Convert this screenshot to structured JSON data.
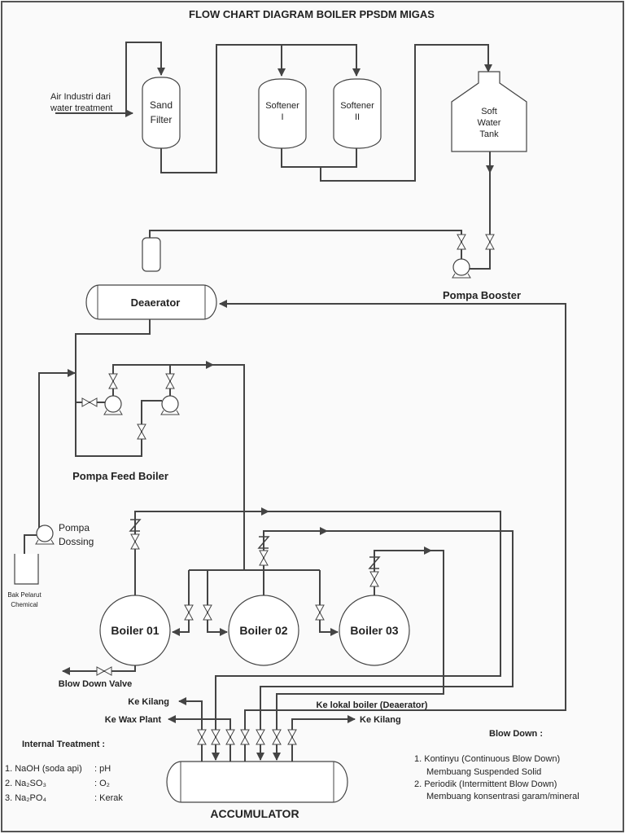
{
  "title": "FLOW CHART DIAGRAM BOILER PPSDM MIGAS",
  "inlet": {
    "line1": "Air Industri dari",
    "line2": "water treatment"
  },
  "sand_filter": {
    "line1": "Sand",
    "line2": "Filter"
  },
  "softener_1": {
    "line1": "Softener",
    "line2": "I"
  },
  "softener_2": {
    "line1": "Softener",
    "line2": "II"
  },
  "soft_water_tank": {
    "line1": "Soft",
    "line2": "Water",
    "line3": "Tank"
  },
  "pompa_booster": "Pompa Booster",
  "deaerator": "Deaerator",
  "pompa_feed_boiler": "Pompa Feed Boiler",
  "pompa_dossing": {
    "line1": "Pompa",
    "line2": "Dossing"
  },
  "bak_pelarut": {
    "line1": "Bak Pelarut",
    "line2": "Chemical"
  },
  "boilers": [
    "Boiler 01",
    "Boiler 02",
    "Boiler 03"
  ],
  "blow_down_valve": "Blow Down Valve",
  "outlets": {
    "ke_kilang_left": "Ke Kilang",
    "ke_wax_plant": "Ke Wax Plant",
    "ke_lokal_boiler": "Ke lokal boiler (Deaerator)",
    "ke_kilang_right": "Ke Kilang"
  },
  "accumulator": "ACCUMULATOR",
  "internal_treatment": {
    "heading": "Internal Treatment :",
    "items": [
      {
        "chem": "1. NaOH (soda api)",
        "effect": ": pH"
      },
      {
        "chem": "2. Na₂SO₃",
        "effect": ": O₂"
      },
      {
        "chem": "3. Na₂PO₄",
        "effect": ": Kerak"
      }
    ]
  },
  "blow_down": {
    "heading": "Blow Down :",
    "lines": [
      "1. Kontinyu (Continuous Blow Down)",
      "Membuang Suspended Solid",
      "2. Periodik (Intermittent Blow Down)",
      "Membuang konsentrasi garam/mineral"
    ]
  },
  "colors": {
    "line": "#444444",
    "background": "#ffffff",
    "text": "#222222"
  }
}
